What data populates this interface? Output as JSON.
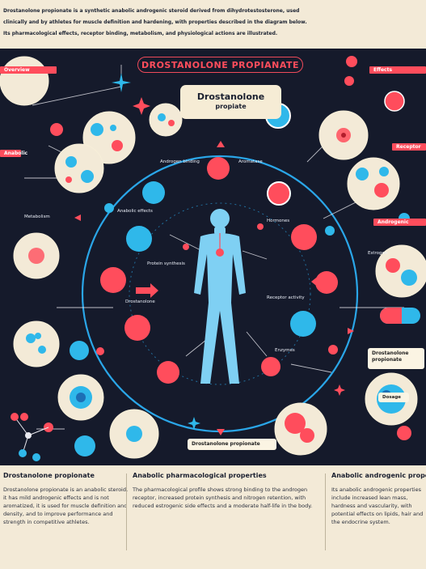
{
  "header": {
    "lines": [
      "Drostanolone propionate is a synthetic anabolic androgenic steroid derived from dihydrotestosterone, used",
      "clinically and by athletes for muscle definition and hardening, with properties described in the diagram below.",
      "Its pharmacological effects, receptor binding, metabolism, and physiological actions are illustrated."
    ]
  },
  "diagram": {
    "pill_title": "DROSTANOLONE PROPIANATE",
    "center_title": "Drostanolone",
    "center_subtitle": "propiate",
    "left_tabs": [
      "Overview",
      "Anabolic"
    ],
    "right_tabs": [
      "Effects",
      "Androgenic",
      "Receptor"
    ],
    "labels_left": [
      "Androgen binding",
      "Anabolic effects",
      "Protein synthesis",
      "Drostanolone",
      "Metabolism"
    ],
    "labels_right": [
      "Aromatase",
      "Hormones",
      "Enzymes",
      "Receptor activity",
      "Estrogen"
    ],
    "side_note": "Drostanolone propionate",
    "bottom_caption": "Drostanolone propionate",
    "small_caption": "Dosage"
  },
  "columns": [
    {
      "title": "Drostanolone propionate",
      "text": "Drostanolone propionate is an anabolic steroid, it has mild androgenic effects and is not aromatized, it is used for muscle definition and density, and to improve performance and strength in competitive athletes."
    },
    {
      "title": "Anabolic pharmacological properties",
      "text": "The pharmacological profile shows strong binding to the androgen receptor, increased protein synthesis and nitrogen retention, with reduced estrogenic side effects and a moderate half-life in the body."
    },
    {
      "title": "Anabolic androgenic properties",
      "text": "Its anabolic androgenic properties include increased lean mass, hardness and vascularity, with potential effects on lipids, hair and the endocrine system."
    }
  ],
  "colors": {
    "panel": "#151a2b",
    "accent_red": "#ff4d5c",
    "accent_blue": "#2fb8ea",
    "cream": "#f3ead7"
  }
}
